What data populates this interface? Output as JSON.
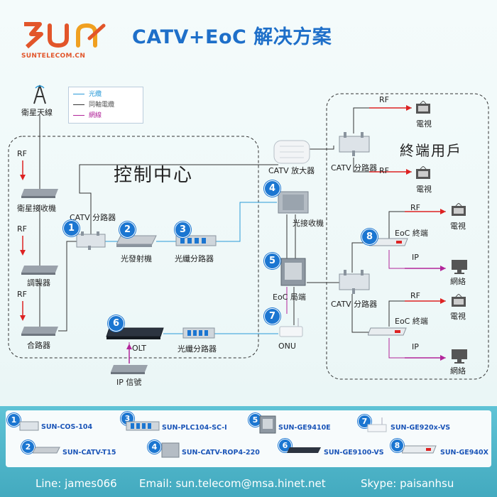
{
  "title": "CATV+EoC 解决方案",
  "logo": {
    "text": "SUNTELECOM.CN"
  },
  "legend": [
    {
      "label": "光纜",
      "color": "#2a9ad8"
    },
    {
      "label": "同軸電纜",
      "color": "#333333"
    },
    {
      "label": "網線",
      "color": "#b2259a"
    }
  ],
  "zones": {
    "control": "控制中心",
    "user": "終端用戶"
  },
  "labels": {
    "satellite": "衛星天線",
    "receiver": "衛星接收機",
    "modulator": "調製器",
    "combiner": "合路器",
    "rf": "RF",
    "catv_splitter": "CATV 分路器",
    "optical_tx": "光發射機",
    "optical_splitter": "光纖分路器",
    "optical_rx": "光接收機",
    "catv_amp": "CATV 放大器",
    "eoc_head": "EoC  局端",
    "onu": "ONU",
    "olt": "OLT",
    "ip_signal": "IP 信號",
    "tv": "電視",
    "net": "網絡",
    "eoc_terminal": "EoC 終端",
    "ip": "IP"
  },
  "badges": [
    "1",
    "2",
    "3",
    "4",
    "5",
    "6",
    "7",
    "8"
  ],
  "products": [
    {
      "num": "1",
      "code": "SUN-COS-104"
    },
    {
      "num": "2",
      "code": "SUN-CATV-T15"
    },
    {
      "num": "3",
      "code": "SUN-PLC104-SC-I"
    },
    {
      "num": "4",
      "code": "SUN-CATV-ROP4-220"
    },
    {
      "num": "5",
      "code": "SUN-GE9410E"
    },
    {
      "num": "6",
      "code": "SUN-GE9100-VS"
    },
    {
      "num": "7",
      "code": "SUN-GE920x-VS"
    },
    {
      "num": "8",
      "code": "SUN-GE940X"
    }
  ],
  "contacts": {
    "line": "Line: james066",
    "email": "Email: sun.telecom@msa.hinet.net",
    "skype": "Skype: paisanhsu"
  }
}
